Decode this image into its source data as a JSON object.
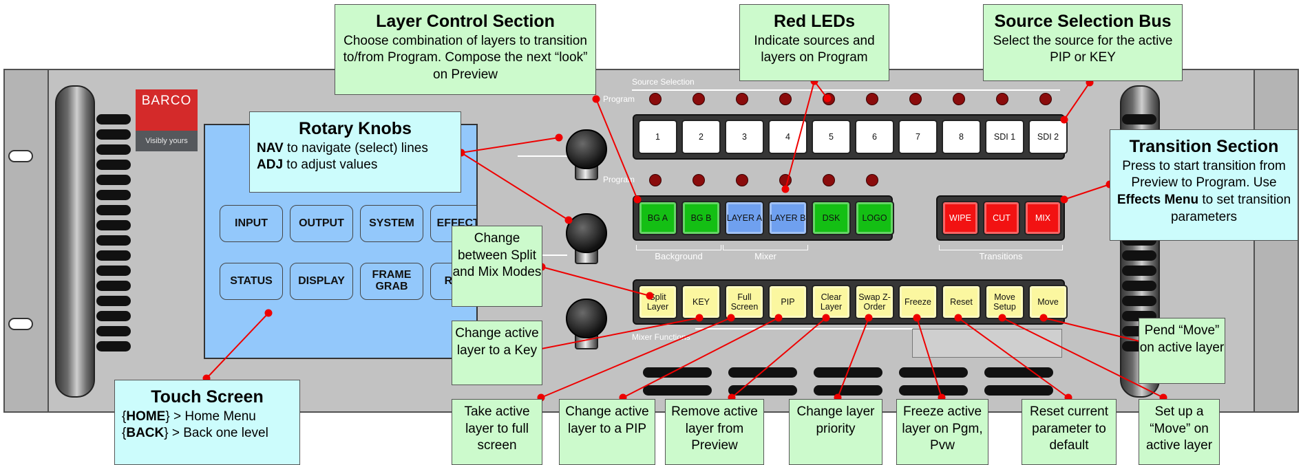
{
  "brand": {
    "name": "BARCO",
    "tagline": "Visibly yours"
  },
  "touch_screen": {
    "buttons": [
      "INPUT",
      "OUTPUT",
      "SYSTEM",
      "EFFECTS",
      "STATUS",
      "DISPLAY",
      "FRAME GRAB",
      "RE CO"
    ]
  },
  "panel_labels": {
    "source_selection": "Source Selection",
    "program_top": "Program",
    "program_mid": "Program",
    "mixer_functions": "Mixer Functions",
    "background": "Background",
    "mixer": "Mixer",
    "transitions": "Transitions"
  },
  "source_keys": [
    "1",
    "2",
    "3",
    "4",
    "5",
    "6",
    "7",
    "8",
    "SDI 1",
    "SDI 2"
  ],
  "layer_keys": [
    {
      "label": "BG A",
      "color": "#14bf14"
    },
    {
      "label": "BG B",
      "color": "#14bf14"
    },
    {
      "label": "LAYER A",
      "color": "#6fa0ef"
    },
    {
      "label": "LAYER B",
      "color": "#6fa0ef"
    },
    {
      "label": "DSK",
      "color": "#14bf14"
    },
    {
      "label": "LOGO",
      "color": "#14bf14"
    }
  ],
  "transition_keys": [
    {
      "label": "WIPE",
      "color": "#f21212"
    },
    {
      "label": "CUT",
      "color": "#f21212"
    },
    {
      "label": "MIX",
      "color": "#f21212"
    }
  ],
  "mixer_keys": [
    "Split Layer",
    "KEY",
    "Full Screen",
    "PIP",
    "Clear Layer",
    "Swap Z-Order",
    "Freeze",
    "Reset",
    "Move Setup",
    "Move"
  ],
  "callouts": {
    "layer_control": {
      "title": "Layer Control Section",
      "body": "Choose combination of layers to transition to/from Program.  Compose the next “look” on Preview"
    },
    "red_leds": {
      "title": "Red LEDs",
      "body": "Indicate sources and layers on Program"
    },
    "source_bus": {
      "title": "Source Selection Bus",
      "body": "Select the source for the active PIP or KEY"
    },
    "rotary": {
      "title": "Rotary Knobs",
      "nav_key": "NAV",
      "nav_text": " to navigate (select) lines",
      "adj_key": "ADJ",
      "adj_text": " to adjust values"
    },
    "transition": {
      "title": "Transition Section",
      "body_1": "Press to start transition from Preview to Program. Use ",
      "body_bold": "Effects Menu",
      "body_2": " to set transition parameters"
    },
    "split_mix": "Change between Split and Mix Modes",
    "key": "Change active layer to a Key",
    "touch": {
      "title": "Touch Screen",
      "home_key": "HOME",
      "home_text": " > Home Menu",
      "back_key": "BACK",
      "back_text": " > Back one level"
    },
    "full_screen": "Take active layer to full screen",
    "pip": "Change active layer to a PIP",
    "clear": "Remove active layer from Preview",
    "swap": "Change layer priority",
    "freeze": "Freeze active layer on Pgm, Pvw",
    "reset": "Reset current parameter to default",
    "move_setup": "Set up a “Move” on active layer",
    "move": "Pend “Move” on active layer"
  },
  "colors": {
    "callout_green": "#ccfacc",
    "callout_cyan": "#ccfcfc",
    "leader_red": "#ee0000",
    "led_red": "#8a0c0c",
    "touch_screen_blue": "#93c8fb",
    "chassis_gray": "#c2c2c2"
  }
}
